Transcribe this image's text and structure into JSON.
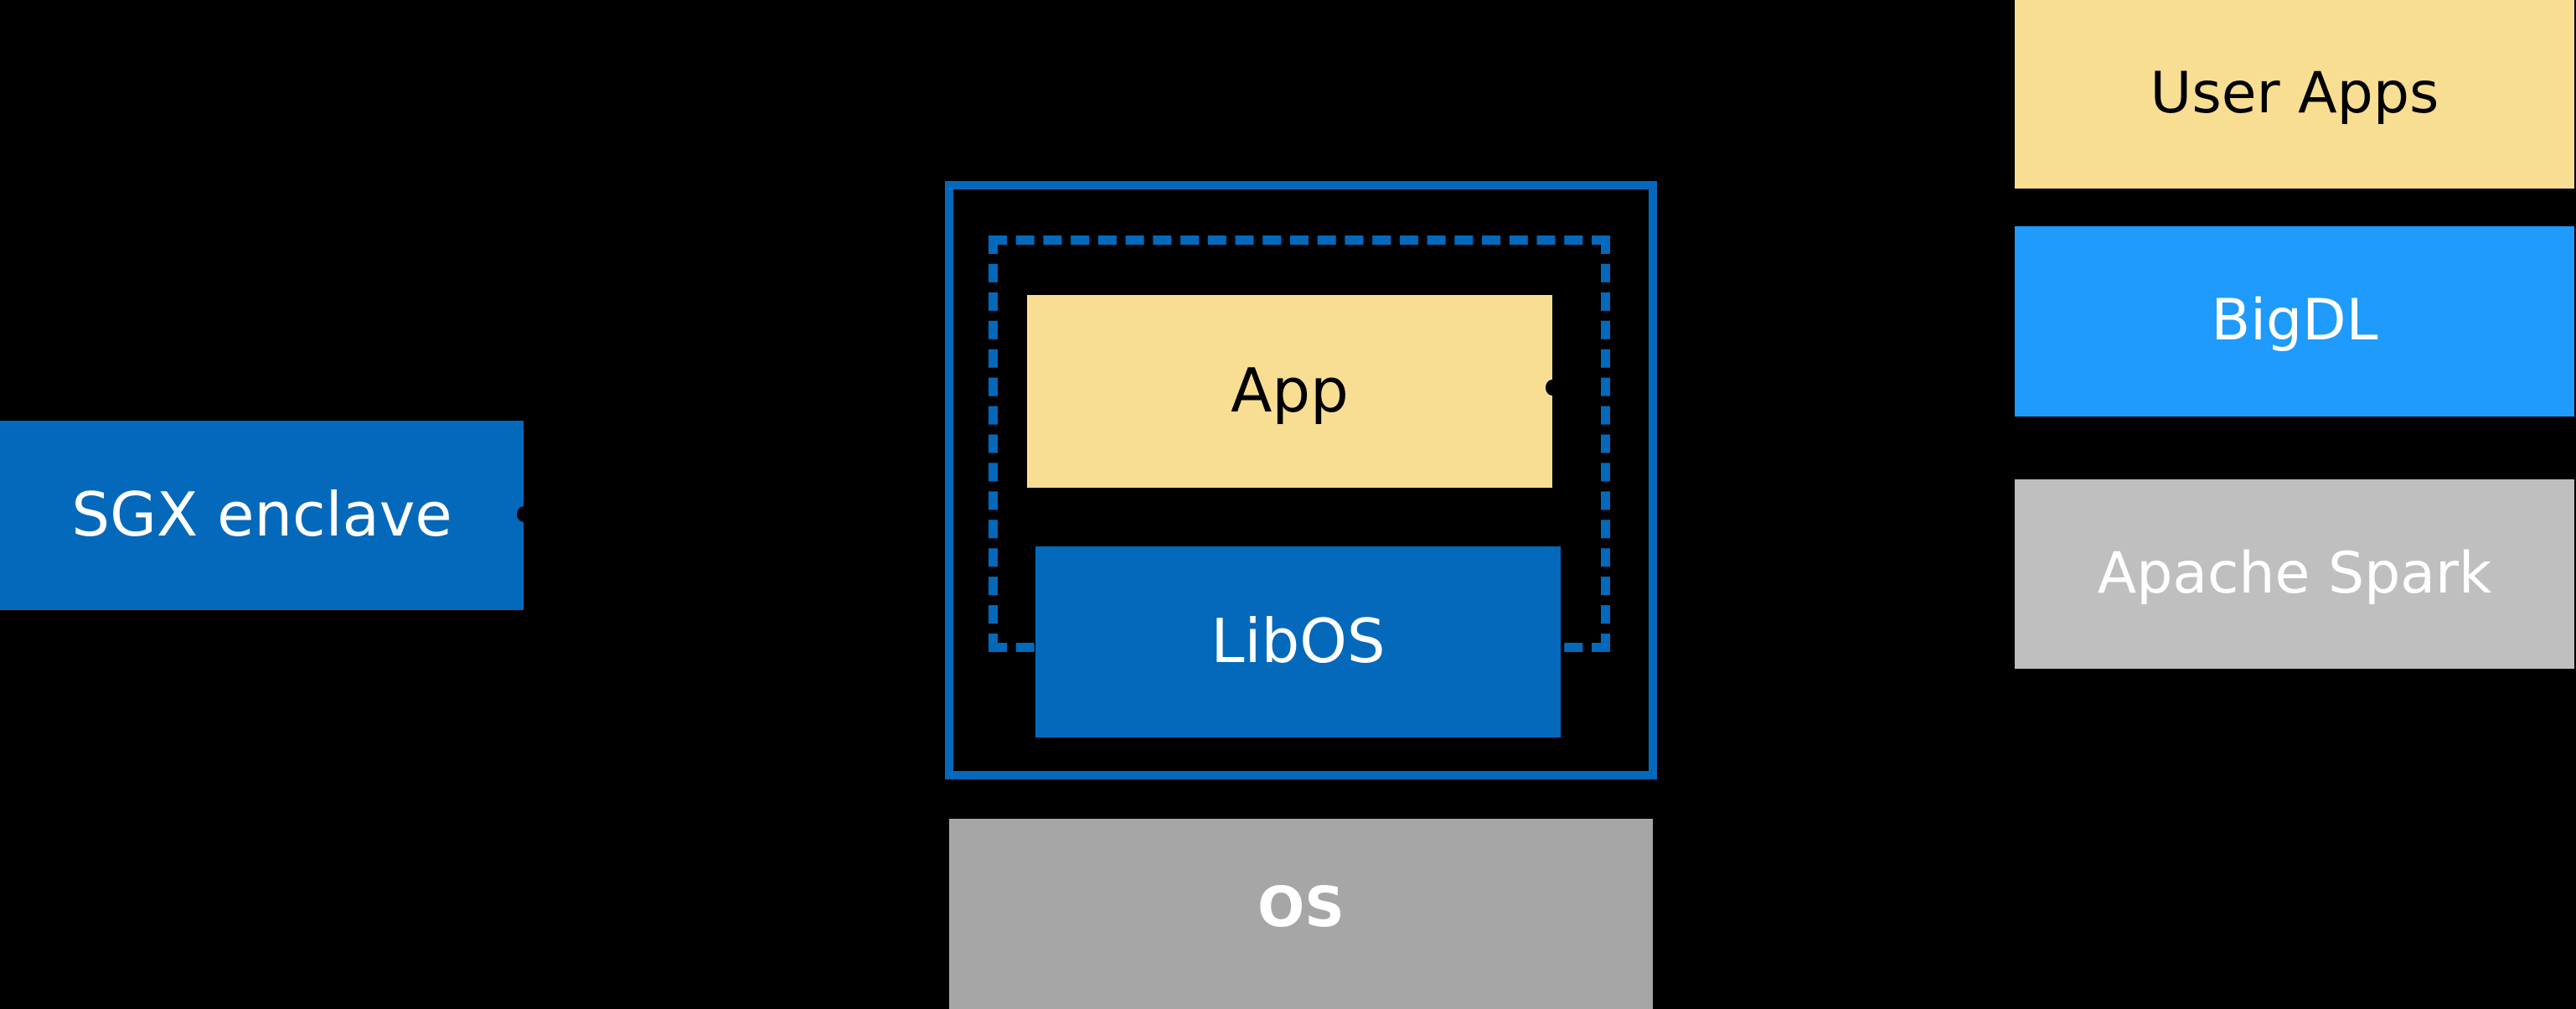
{
  "diagram": {
    "background_color": "#000000",
    "left_group": {
      "sgx_enclave": {
        "label": "SGX enclave",
        "fill": "#0469bb",
        "text_color": "#ffffff"
      },
      "connector_icon": "arrowhead-icon"
    },
    "center_group": {
      "enclave_outline": {
        "name": "sgx-enclave-boundary",
        "stroke": "#0469bb",
        "style": "solid"
      },
      "libos_outline": {
        "name": "libos-boundary",
        "stroke": "#0469bb",
        "style": "dashed"
      },
      "app": {
        "label": "App",
        "fill": "#f8de92",
        "text_color": "#000000"
      },
      "libos": {
        "label": "LibOS",
        "fill": "#0469bb",
        "text_color": "#ffffff"
      },
      "os": {
        "label": "OS",
        "fill": "#a6a6a6",
        "text_color": "#ffffff"
      },
      "connector_icon": "arrowhead-icon"
    },
    "right_stack": {
      "items": [
        {
          "label": "User Apps",
          "fill": "#f8de92",
          "text_color": "#000000"
        },
        {
          "label": "BigDL",
          "fill": "#1e9bfc",
          "text_color": "#ffffff"
        },
        {
          "label": "Apache Spark",
          "fill": "#bfbfbf",
          "text_color": "#ffffff"
        }
      ]
    }
  }
}
